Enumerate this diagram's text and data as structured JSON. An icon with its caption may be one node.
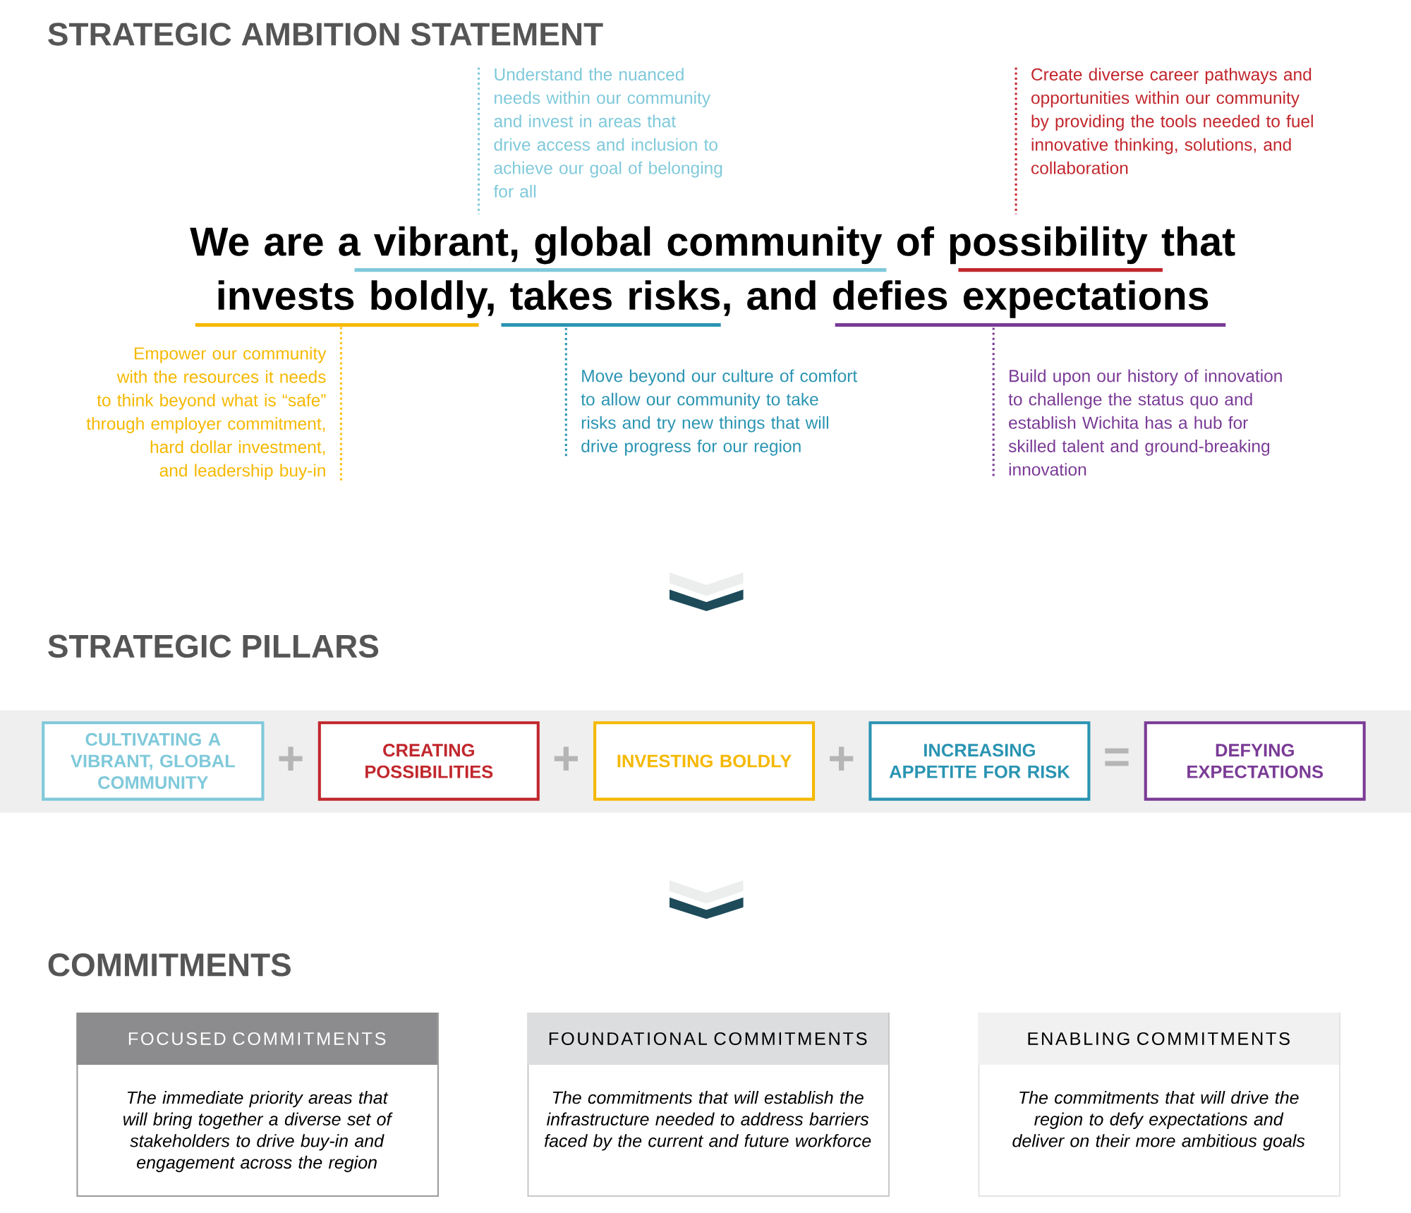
{
  "diagram": {
    "title": "STRATEGIC AMBITION STATEMENT",
    "nodes": [
      {
        "text": [
          "Understand the nuanced needs within our community and invest in areas that drive access and inclusion to achieve our goal of belonging for all"
        ]
      },
      {
        "text": [
          "Create diverse career pathways and opportunities within our community by providing the tools needed to fuel innovative thinking, solutions, and collaboration"
        ]
      },
      {
        "text": [],
        "shape": "bar"
      },
      {
        "text": [],
        "shape": "bar"
      },
      {
        "text": [],
        "shape": "bar"
      },
      {
        "text": [],
        "shape": "bar"
      },
      {
        "text": [],
        "shape": "bar"
      },
      {
        "text": [
          "Empower our community with the resources it needs to think beyond what is “safe” through employer commitment, hard dollar investment, and leadership buy-in"
        ]
      },
      {
        "text": [
          "Move beyond our culture of comfort to allow our community to take risks and try new things that will drive progress for our region"
        ]
      },
      {
        "text": [
          "Build upon our history of innovation to challenge the status quo and establish Wichita has a hub for skilled talent and ground-breaking innovation"
        ]
      },
      {
        "text": [
          "CULTIVATING A VIBRANT, GLOBAL COMMUNITY"
        ]
      },
      {
        "text": [
          "CREATING POSSIBILITIES"
        ]
      },
      {
        "text": [
          "INVESTING BOLDLY"
        ]
      },
      {
        "text": [
          "INCREASING APPETITE FOR RISK"
        ]
      },
      {
        "text": [
          "DEFYING EXPECTATIONS"
        ]
      },
      {
        "text": [
          "FOCUSED COMMITMENTS",
          "The immediate priority areas that will bring together a diverse set of stakeholders to drive buy-in and engagement across the region"
        ]
      },
      {
        "text": [
          "FOUNDATIONAL COMMITMENTS",
          "The commitments that will establish the infrastructure needed to address barriers faced by the current and future workforce"
        ]
      },
      {
        "text": [
          "ENABLING COMMITMENTS",
          "The commitments that will drive the region to defy expectations and deliver on their more ambitious goals"
        ]
      }
    ],
    "edges": [
      {
        "from": 0,
        "to": null,
        "arrow": "none",
        "style": "dashed",
        "color": "#7fc9da"
      },
      {
        "from": 1,
        "to": null,
        "arrow": "none",
        "style": "dashed",
        "color": "#c1272d"
      },
      {
        "from": 7,
        "to": 4,
        "arrow": "none",
        "style": "dashed",
        "color": "#fbbf16"
      },
      {
        "from": 8,
        "to": 5,
        "arrow": "none",
        "style": "dashed",
        "color": "#2a94b2"
      },
      {
        "from": 9,
        "to": 6,
        "arrow": "none",
        "style": "dashed",
        "color": "#7a3b96"
      }
    ],
    "labels": [
      "We are a vibrant, global community of possibility that invests boldly, takes risks, and defies expectations",
      "STRATEGIC PILLARS",
      "+",
      "+",
      "+",
      "=",
      "COMMITMENTS"
    ]
  }
}
